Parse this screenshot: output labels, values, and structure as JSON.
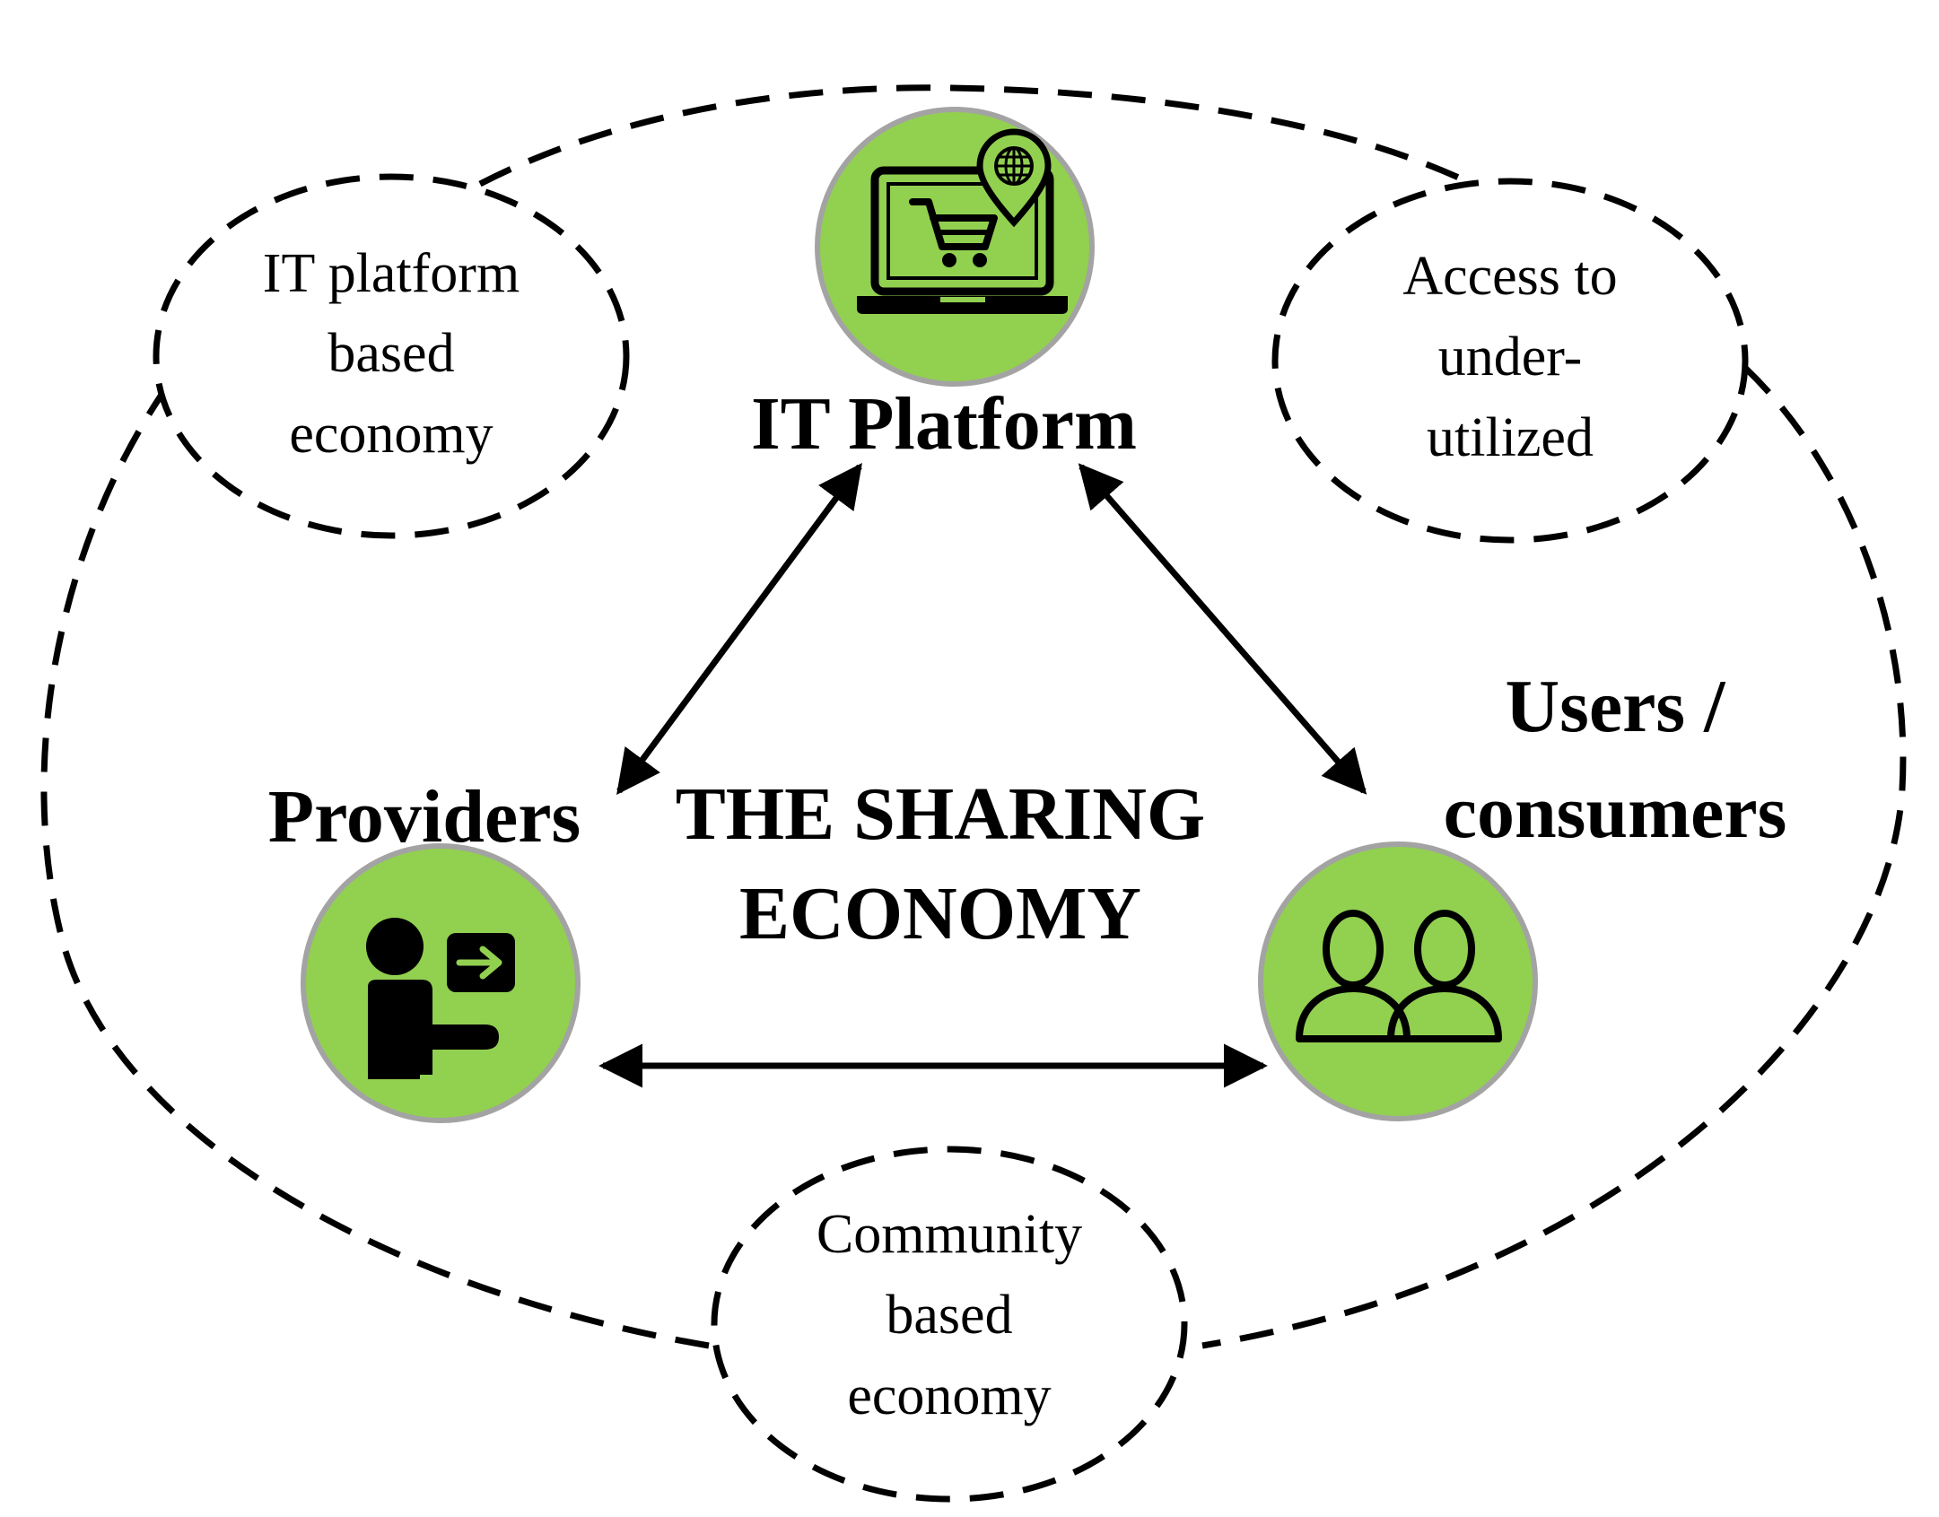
{
  "colors": {
    "accent_green": "#92d050",
    "circle_border": "#a3a3a3",
    "line": "#000000"
  },
  "center": {
    "line1": "THE SHARING",
    "line2": "ECONOMY"
  },
  "nodes": {
    "platform": {
      "label": "IT Platform",
      "icon": "laptop-shopping-cart-icon"
    },
    "providers": {
      "label": "Providers",
      "icon": "person-presenting-icon"
    },
    "users": {
      "label_line1": "Users /",
      "label_line2": "consumers",
      "icon": "users-group-icon"
    }
  },
  "bubbles": {
    "it_platform_economy": {
      "line1": "IT platform",
      "line2": "based",
      "line3": "economy"
    },
    "access": {
      "line1": "Access to",
      "line2": "under-",
      "line3": "utilized"
    },
    "community": {
      "line1": "Community",
      "line2": "based",
      "line3": "economy"
    }
  }
}
